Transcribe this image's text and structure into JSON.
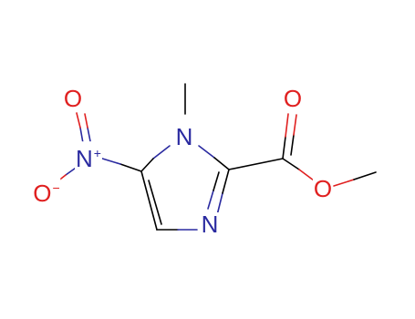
{
  "molecule": {
    "atoms": {
      "n_methyl": {
        "symbol": "N",
        "color": "#2a2aa0"
      },
      "n_ring": {
        "symbol": "N",
        "color": "#2a2aa0"
      },
      "n_nitro": {
        "symbol": "N",
        "charge": "+",
        "color": "#2a2aa0"
      },
      "o_nitro_top": {
        "symbol": "O",
        "color": "#e02020"
      },
      "o_nitro_bottom": {
        "symbol": "O",
        "charge": "−",
        "color": "#e02020"
      },
      "o_carbonyl": {
        "symbol": "O",
        "color": "#e02020"
      },
      "o_ester": {
        "symbol": "O",
        "color": "#e02020"
      }
    },
    "bond_color": "#000000"
  }
}
